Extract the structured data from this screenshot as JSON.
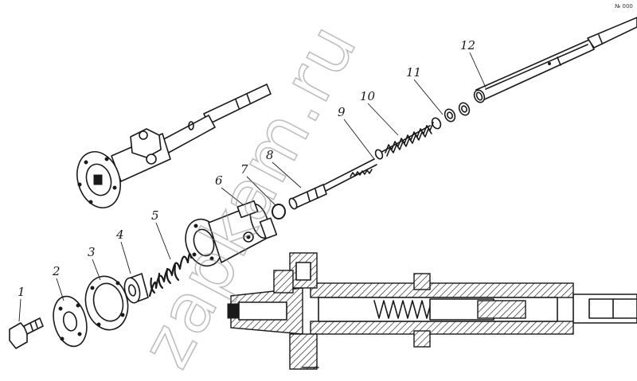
{
  "corner_mark": "№ 000",
  "watermark": "zapkam.ru",
  "part_numbers": [
    "1",
    "2",
    "3",
    "4",
    "5",
    "6",
    "7",
    "8",
    "9",
    "10",
    "11",
    "12"
  ]
}
